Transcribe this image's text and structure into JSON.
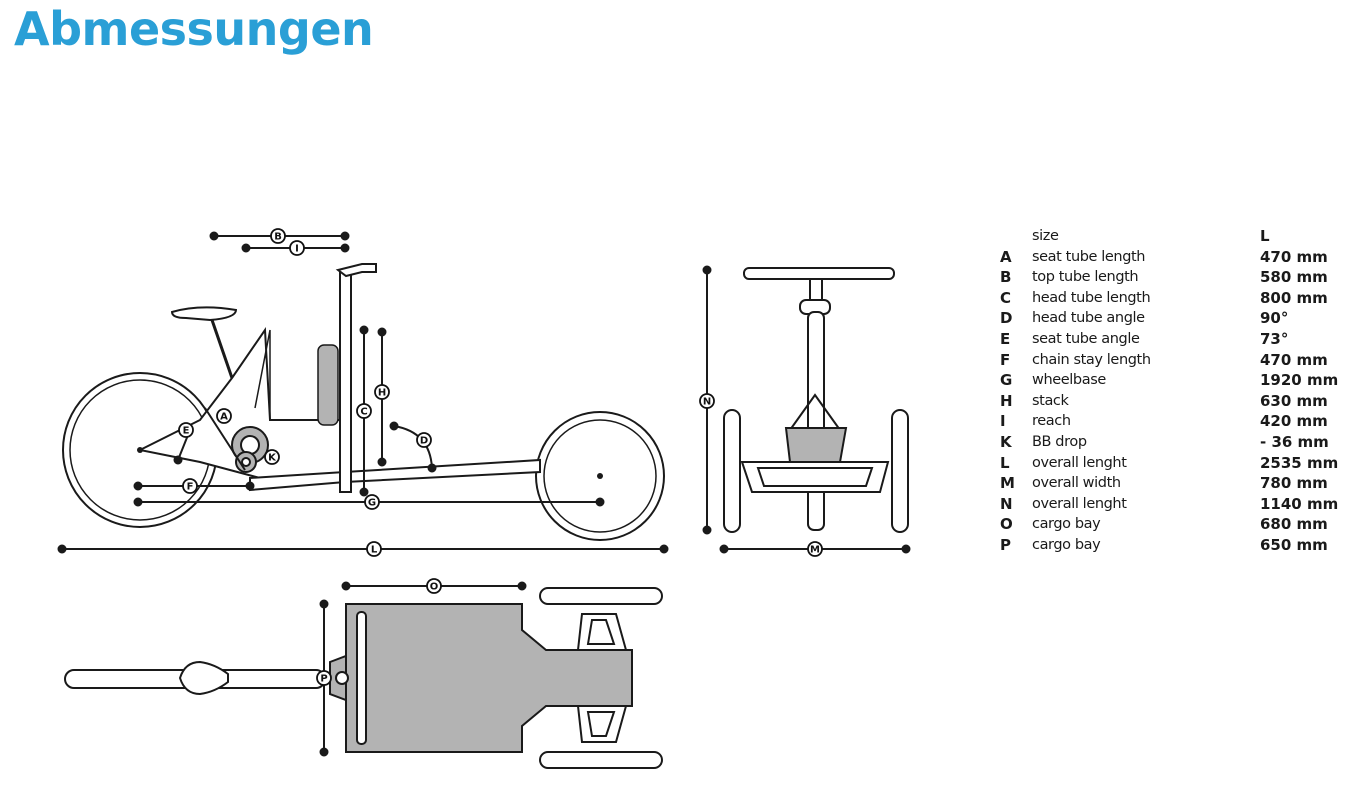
{
  "title": "Abmessungen",
  "theme": {
    "title_color": "#2a9fd6",
    "line_color": "#1a1a1a",
    "fill_gray": "#b3b3b3"
  },
  "diagram": {
    "views": [
      "side-view",
      "front-view",
      "top-view"
    ],
    "markers": [
      "A",
      "B",
      "C",
      "D",
      "E",
      "F",
      "G",
      "H",
      "I",
      "K",
      "L",
      "M",
      "N",
      "O",
      "P"
    ]
  },
  "specs": {
    "header": {
      "key": "",
      "name": "size",
      "value": "L"
    },
    "rows": [
      {
        "key": "A",
        "name": "seat tube length",
        "value": "470 mm"
      },
      {
        "key": "B",
        "name": "top tube length",
        "value": "580 mm"
      },
      {
        "key": "C",
        "name": "head tube length",
        "value": "800 mm"
      },
      {
        "key": "D",
        "name": "head tube angle",
        "value": "90°"
      },
      {
        "key": "E",
        "name": "seat tube angle",
        "value": "73°"
      },
      {
        "key": "F",
        "name": "chain stay length",
        "value": "470 mm"
      },
      {
        "key": "G",
        "name": "wheelbase",
        "value": "1920 mm"
      },
      {
        "key": "H",
        "name": "stack",
        "value": "630 mm"
      },
      {
        "key": "I",
        "name": "reach",
        "value": "420 mm"
      },
      {
        "key": "K",
        "name": "BB drop",
        "value": "- 36 mm"
      },
      {
        "key": "L",
        "name": "overall lenght",
        "value": "2535 mm"
      },
      {
        "key": "M",
        "name": "overall width",
        "value": "780 mm"
      },
      {
        "key": "N",
        "name": "overall lenght",
        "value": "1140 mm"
      },
      {
        "key": "O",
        "name": "cargo bay",
        "value": "680 mm"
      },
      {
        "key": "P",
        "name": "cargo bay",
        "value": "650 mm"
      }
    ]
  }
}
